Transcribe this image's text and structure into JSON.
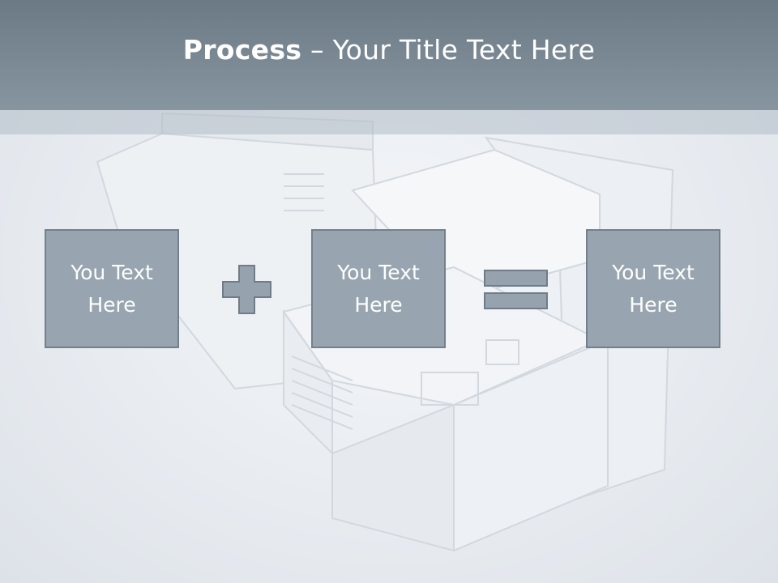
{
  "title": {
    "bold": "Process",
    "rest": " – Your Title Text Here"
  },
  "boxes": [
    {
      "label": "You Text Here"
    },
    {
      "label": "You Text Here"
    },
    {
      "label": "You Text Here"
    }
  ],
  "operators": {
    "plus_icon": "plus-icon",
    "equals_icon": "equals-icon"
  },
  "colors": {
    "title_bar": "#7a8894",
    "box_fill": "#96a3ae",
    "box_border": "#707d88",
    "background": "#e8ecf1"
  }
}
